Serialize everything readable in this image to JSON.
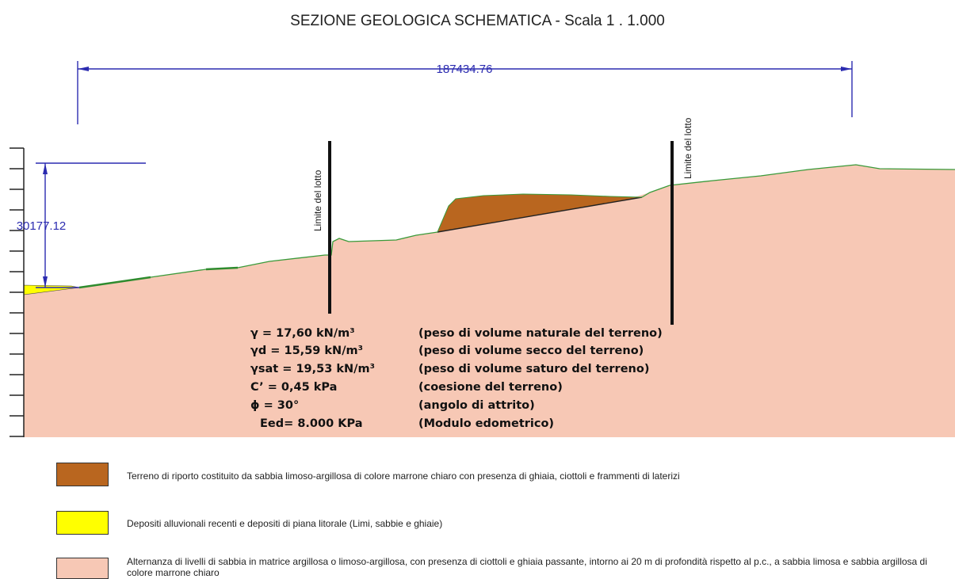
{
  "title": "SEZIONE GEOLOGICA SCHEMATICA - Scala 1 . 1.000",
  "dimensions": {
    "horizontal": "187434.76",
    "vertical": "30177.12"
  },
  "lot_limits": {
    "left": "Limite del lotto",
    "right": "Limite del lotto"
  },
  "properties": [
    {
      "param": "γ = 17,60 kN/m³",
      "desc": "(peso di volume naturale del terreno)"
    },
    {
      "param": "γd = 15,59 kN/m³",
      "desc": "(peso di volume secco del terreno)"
    },
    {
      "param": "γsat = 19,53 kN/m³",
      "desc": "(peso di volume saturo del terreno)"
    },
    {
      "param": "C’ = 0,45 kPa",
      "desc": "(coesione del terreno)"
    },
    {
      "param": "ϕ = 30°",
      "desc": "(angolo di attrito)"
    },
    {
      "param": "Eed= 8.000 KPa",
      "desc": "(Modulo edometrico)"
    }
  ],
  "legend": [
    {
      "color": "#b9661f",
      "text": "Terreno di riporto costituito da sabbia limoso-argillosa di colore marrone chiaro con presenza di ghiaia, ciottoli e frammenti di laterizi"
    },
    {
      "color": "#ffff00",
      "text": "Depositi alluvionali recenti e depositi di piana litorale  (Limi, sabbie e ghiaie)"
    },
    {
      "color": "#f7c8b5",
      "text": "Alternanza di livelli di sabbia in matrice argillosa o limoso-argillosa, con presenza di ciottoli e ghiaia passante, intorno ai 20 m di profondità rispetto al p.c., a sabbia limosa e sabbia argillosa di colore marrone chiaro"
    }
  ],
  "colors": {
    "soil": "#f7c8b5",
    "fill": "#b9661f",
    "alluvial": "#ffff00",
    "dimension": "#2b2bb0",
    "surface": "#3a9a3a"
  }
}
